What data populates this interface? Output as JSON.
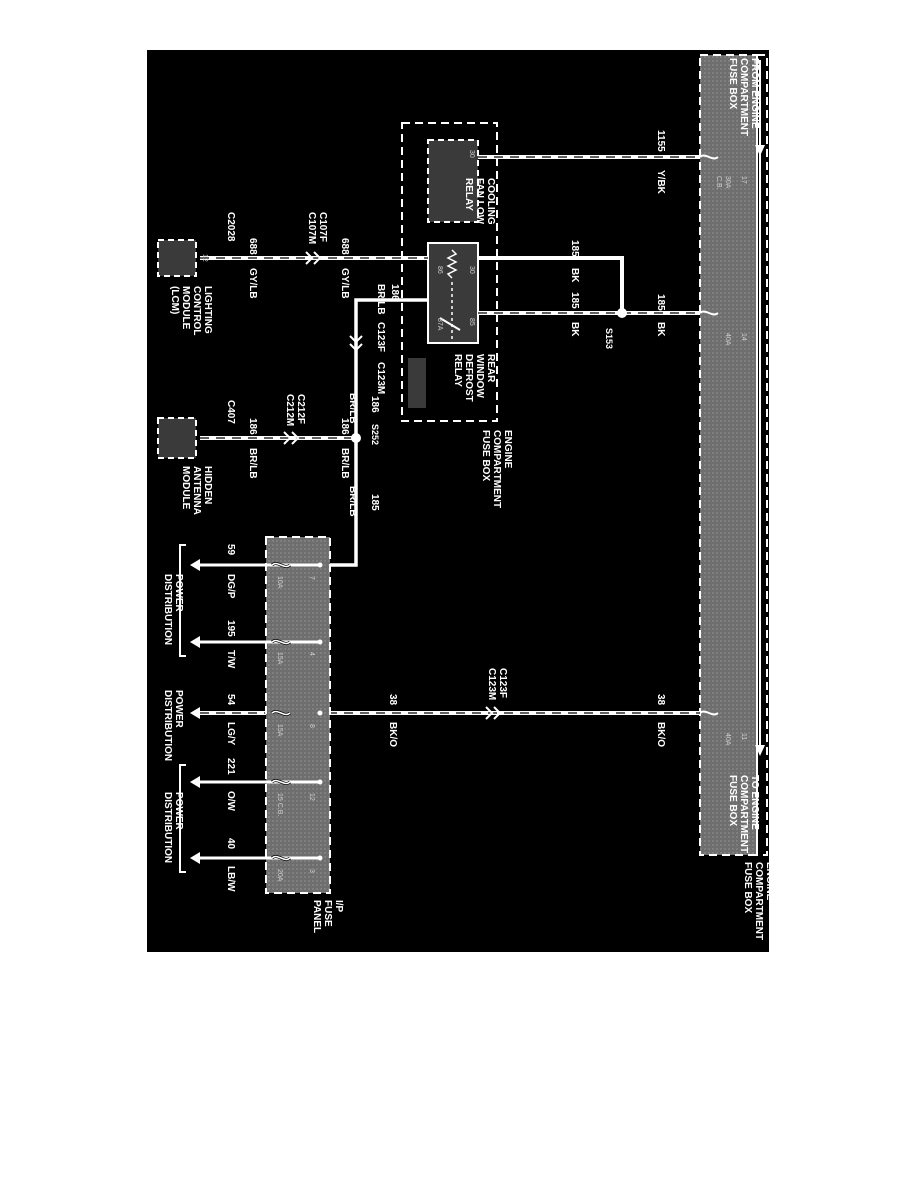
{
  "colors": {
    "background": "#000000",
    "wire": "#ffffff",
    "fuse_box_fill": "#6e6e6e",
    "relay_fill": "#3a3a3a"
  },
  "engine_fuse_box": {
    "from_label": [
      "FROM ENGINE",
      "COMPARTMENT",
      "FUSE BOX"
    ],
    "to_label": [
      "TO ENGINE",
      "COMPARTMENT",
      "FUSE BOX"
    ],
    "box_label": [
      "ENGINE",
      "COMPARTMENT",
      "FUSE BOX"
    ],
    "fuses": [
      {
        "pin": "17",
        "rating": "30A",
        "extra": "C.B."
      },
      {
        "pin": "14",
        "rating": "40A"
      },
      {
        "pin": "11",
        "rating": "40A"
      }
    ]
  },
  "upper_box_label": [
    "ENGINE",
    "COMPARTMENT",
    "FUSE BOX"
  ],
  "cooling_relay": {
    "label": [
      "COOLING",
      "FAN LOW",
      "RELAY"
    ],
    "pin": "30"
  },
  "defrost_relay": {
    "label": [
      "REAR",
      "WINDOW",
      "DEFROST",
      "RELAY"
    ],
    "pins": [
      "30",
      "85",
      "86",
      "87A"
    ]
  },
  "wires": {
    "w1155": {
      "circuit": "1155",
      "color": "Y/BK"
    },
    "w185_top": {
      "circuit": "185",
      "color": "BK"
    },
    "w185_a": {
      "circuit": "185",
      "color": "BK"
    },
    "w185_b": {
      "circuit": "185",
      "color": "BK"
    },
    "w38_top": {
      "circuit": "38",
      "color": "BK/O"
    },
    "w38_bot": {
      "circuit": "38",
      "color": "BK/O"
    },
    "w688_a": {
      "circuit": "688",
      "color": "GY/LB"
    },
    "w688_b": {
      "circuit": "688",
      "color": "GY/LB"
    },
    "w186_a": {
      "circuit": "186",
      "color": "BR/LB"
    },
    "w186_b": {
      "circuit": "186",
      "color": "BR/LB"
    },
    "w186_c": {
      "circuit": "186",
      "color": "BR/LB"
    },
    "w186_d": {
      "circuit": "186",
      "color": "BR/LB"
    },
    "w185_c": {
      "circuit": "185",
      "color": "BR/LB"
    }
  },
  "splices": {
    "s153": "S153",
    "s252": "S252"
  },
  "connectors": {
    "c107f": "C107F",
    "c107m": "C107M",
    "c2028": "C2028",
    "c123f_a": "C123F",
    "c123m_a": "C123M",
    "c212f": "C212F",
    "c212m": "C212M",
    "c407": "C407",
    "c123f_b": "C123F",
    "c123m_b": "C123M"
  },
  "lcm": {
    "label": [
      "LIGHTING",
      "CONTROL",
      "MODULE",
      "(LCM)"
    ],
    "pin": "12"
  },
  "ham": {
    "label": [
      "HIDDEN",
      "ANTENNA",
      "MODULE"
    ]
  },
  "ip_fuse_panel": {
    "label": [
      "I/P",
      "FUSE",
      "PANEL"
    ],
    "fuses": [
      {
        "pin": "7",
        "rating": "10A"
      },
      {
        "pin": "4",
        "rating": "15A"
      },
      {
        "pin": "8",
        "rating": "15A"
      },
      {
        "pin": "12",
        "rating": "15 C.B."
      },
      {
        "pin": "3",
        "rating": "20A"
      }
    ]
  },
  "outputs": [
    {
      "circuit": "59",
      "color": "DG/P"
    },
    {
      "circuit": "195",
      "color": "T/W"
    },
    {
      "circuit": "54",
      "color": "LG/Y"
    },
    {
      "circuit": "221",
      "color": "O/W"
    },
    {
      "circuit": "40",
      "color": "LB/W"
    }
  ],
  "power_distribution": [
    "POWER",
    "DISTRIBUTION"
  ]
}
